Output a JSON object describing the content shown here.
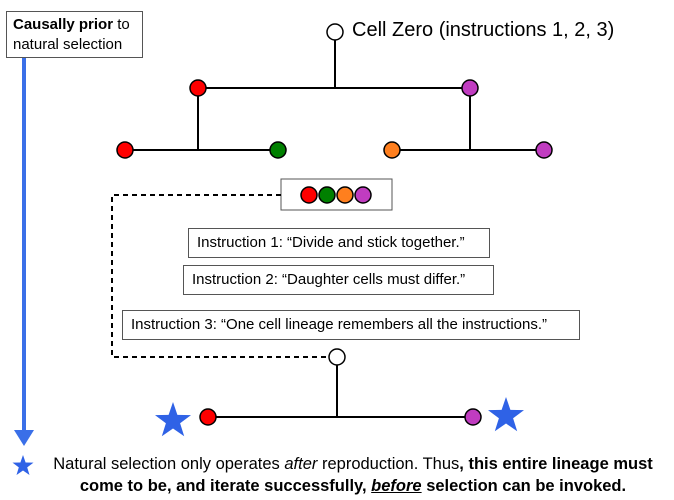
{
  "title": "Cell Zero (instructions 1, 2, 3)",
  "prior_box": {
    "strong": "Causally prior",
    "rest": " to",
    "line2": "natural selection"
  },
  "instructions": [
    "Instruction 1: “Divide and stick together.”",
    "Instruction 2: “Daughter cells must differ.”",
    "Instruction 3: “One cell lineage remembers all the instructions.”"
  ],
  "note": {
    "part1": "Natural selection only operates ",
    "after": "after",
    "part2": " reproduction. Thus",
    "bold1": ", this entire lineage must come to be, and iterate successfully, ",
    "before": "before",
    "bold2": " selection can be invoked",
    "end": "."
  },
  "colors": {
    "red": "#ff0000",
    "green": "#008000",
    "orange": "#ff7f1e",
    "magenta": "#c03cc0",
    "white": "#ffffff",
    "arrow_blue": "#3a6fe8",
    "star_blue": "#2f62e6"
  }
}
